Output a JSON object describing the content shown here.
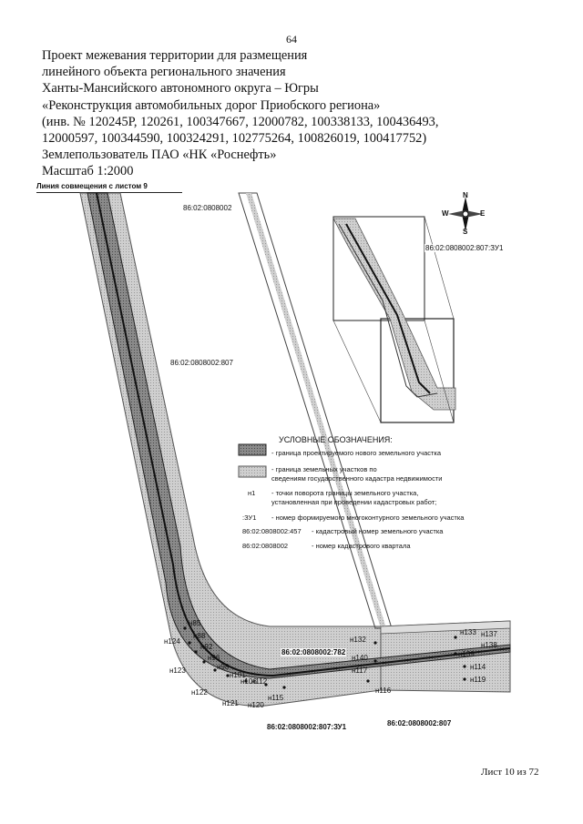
{
  "page_number": "64",
  "title_lines": [
    "Проект межевания территории для размещения",
    "линейного объекта регионального значения",
    "Ханты-Мансийского автономного округа – Югры",
    "«Реконструкция автомобильных дорог Приобского региона»",
    "(инв. № 120245Р, 120261, 100347667, 12000782, 100338133, 100436493,",
    "12000597, 100344590, 100324291, 102775264, 100826019, 100417752)",
    "Землепользователь ПАО «НК «Роснефть»",
    "Масштаб 1:2000"
  ],
  "sheet_line_label": "Линия совмещения с листом 9",
  "compass": {
    "n": "N",
    "e": "E",
    "s": "S",
    "w": "W"
  },
  "map_labels": {
    "quarter_top": "86:02:0808002",
    "parcel_807_left": "86:02:0808002:807",
    "inset_label": "86:02:0808002:807:ЗУ1",
    "parcel_782": "86:02:0808002:782",
    "zu1_bottom": "86:02:0808002:807:ЗУ1",
    "parcel_807_bottom": "86:02:0808002:807"
  },
  "points": [
    "н85",
    "н88",
    "н92",
    "н96",
    "н98",
    "н101",
    "н106",
    "н112",
    "н115",
    "н117",
    "н119",
    "н120",
    "н121",
    "н122",
    "н123",
    "н124",
    "н132",
    "н133",
    "н137",
    "н138",
    "н139",
    "н140",
    "н114",
    "н116"
  ],
  "legend": {
    "title": "УСЛОВНЫЕ ОБОЗНАЧЕНИЯ:",
    "items": [
      {
        "text": "- граница проектируемого нового земельного участка"
      },
      {
        "text": "- граница земельных участков по"
      },
      {
        "text": "сведениям государственного кадастра недвижимости"
      },
      {
        "symbol": "н1",
        "text": "- точки поворота границы земельного участка,"
      },
      {
        "text": "установленная при проведении кадастровых работ;"
      },
      {
        "symbol": ":ЗУ1",
        "text": "- номер формируемого многоконтурного земельного участка"
      },
      {
        "symbol": "86:02:0808002:457",
        "text": "- кадастровый номер земельного участка"
      },
      {
        "symbol": "86:02:0808002",
        "text": "- номер кадастрового квартала"
      }
    ]
  },
  "footer": "Лист 10 из 72",
  "colors": {
    "new_parcel": "#6e6e6e",
    "cadastre": "#bdbdbd",
    "road": "#3a3a3a"
  }
}
